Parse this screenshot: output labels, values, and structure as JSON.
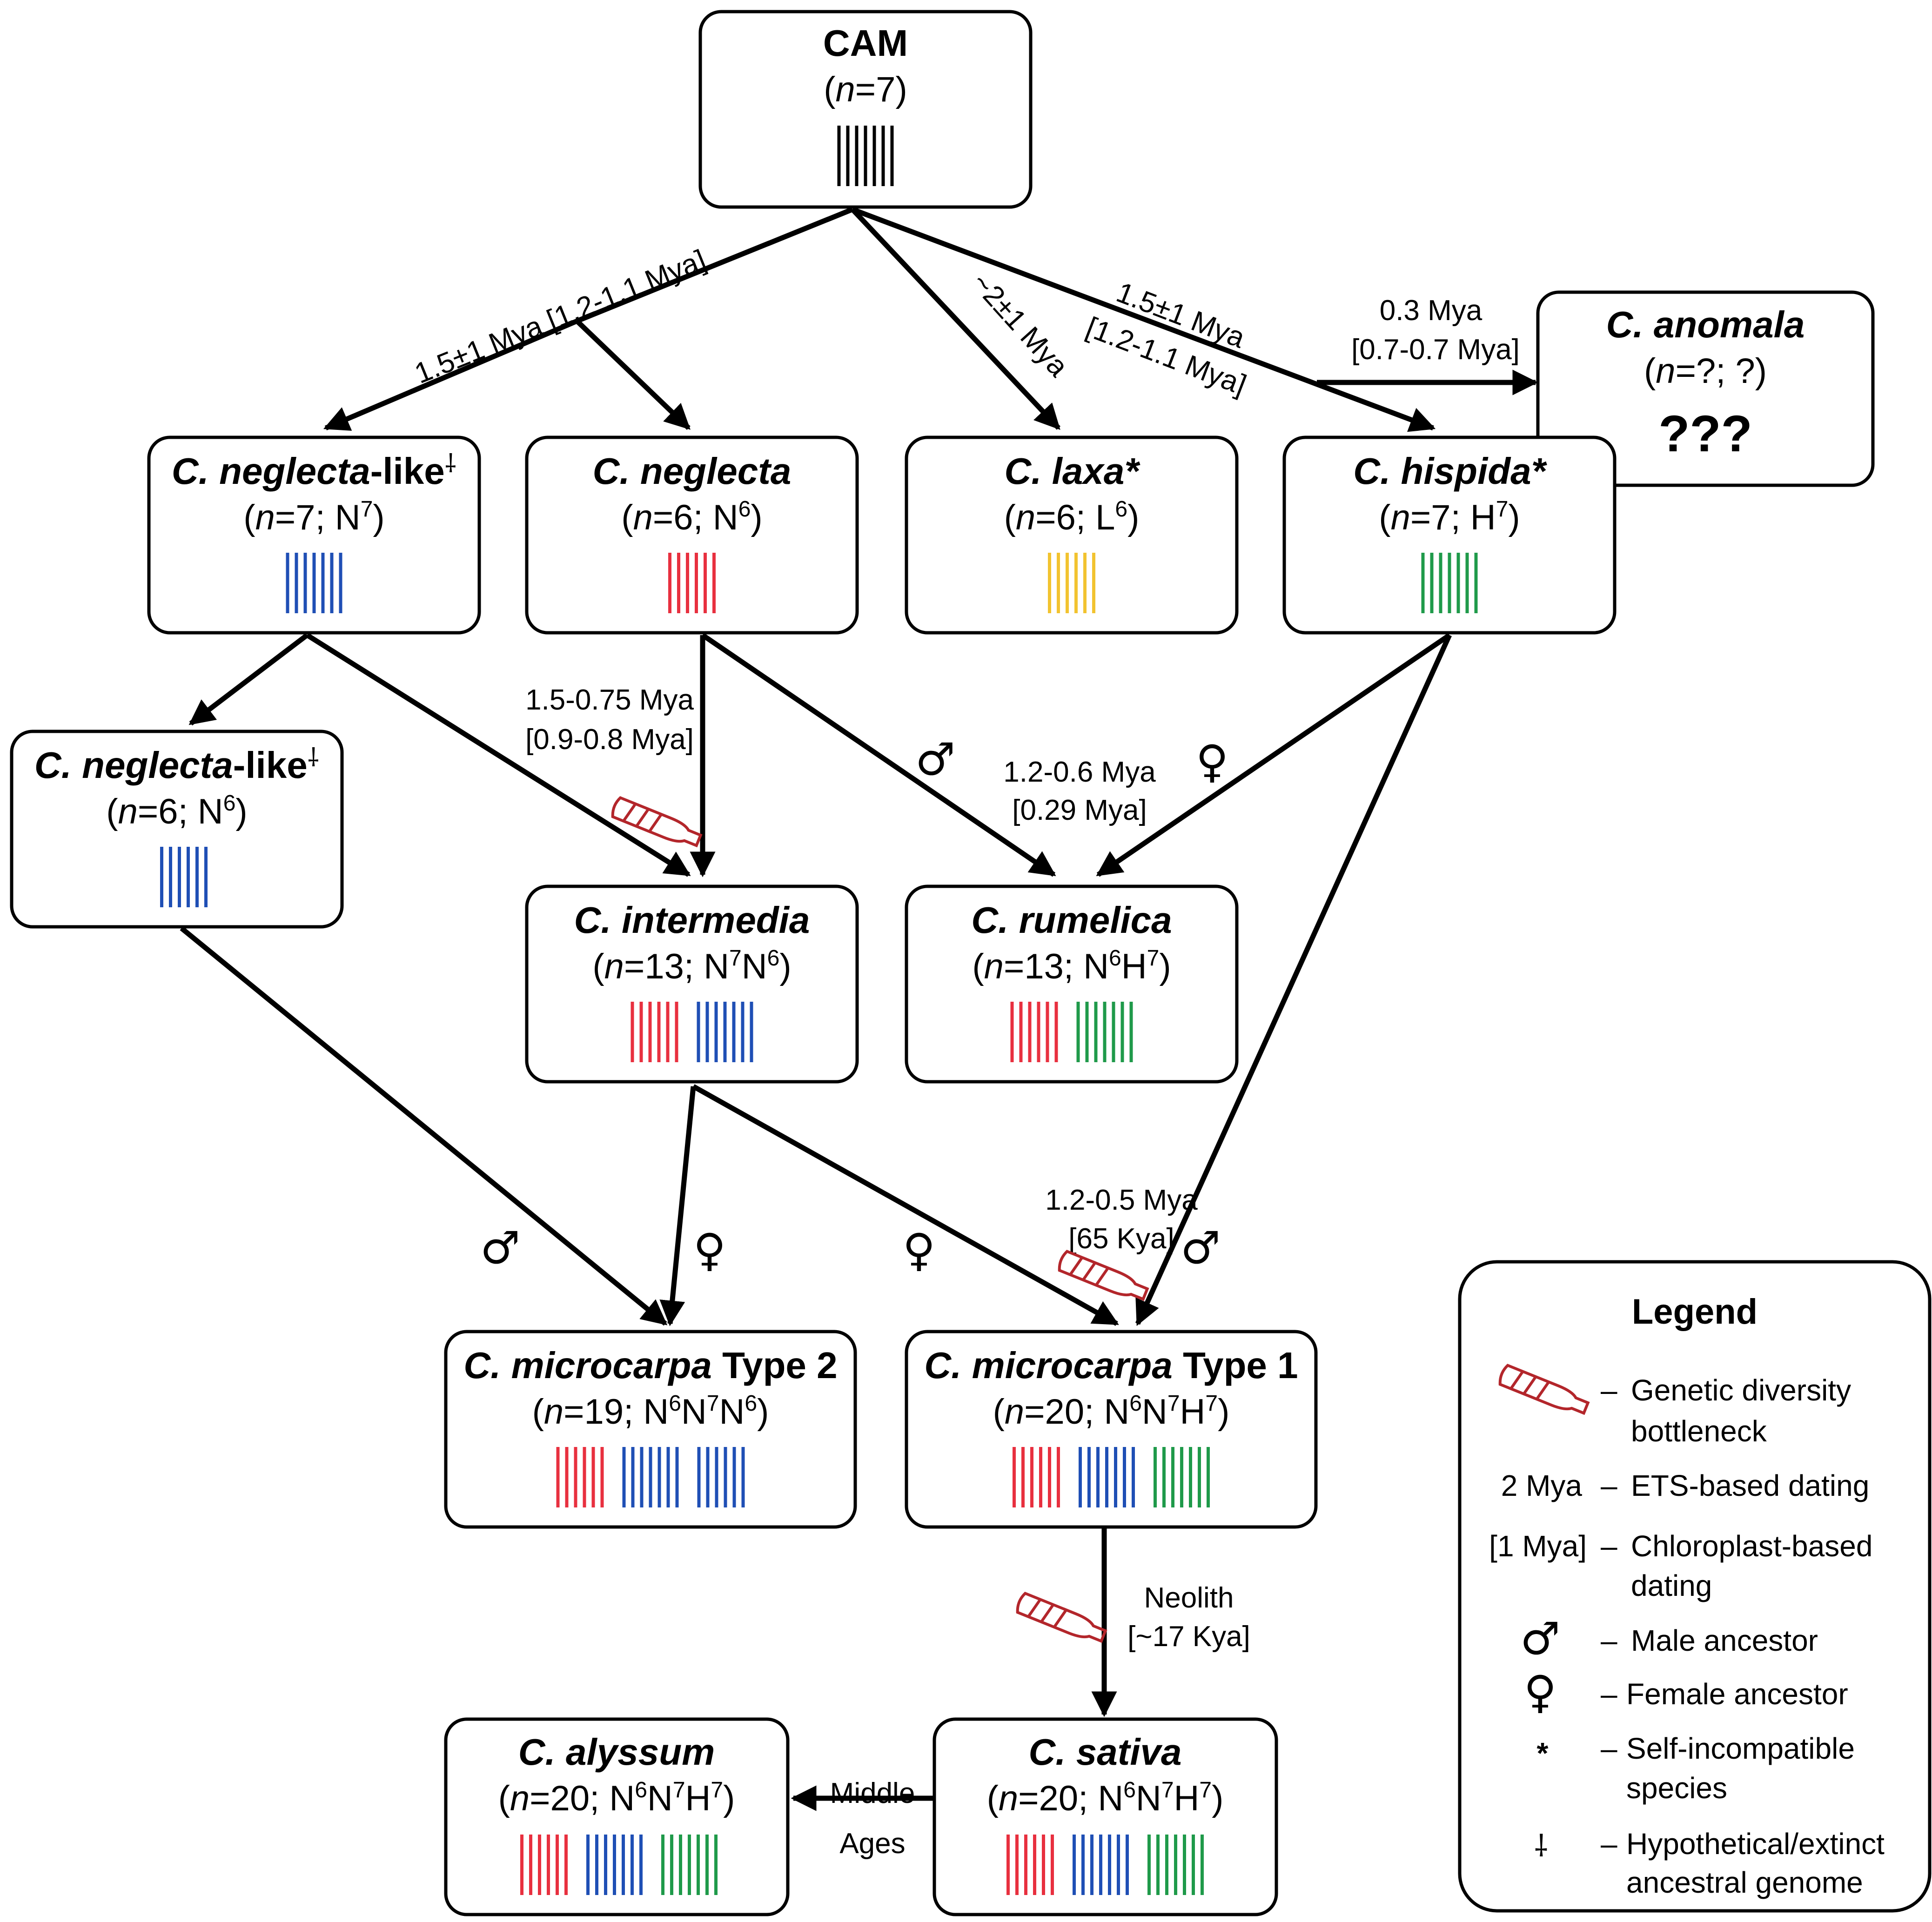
{
  "nodes": {
    "cam": {
      "name": "CAM",
      "n": "7"
    },
    "nl7": {
      "name": "C. neglecta",
      "suffix": "-like",
      "dagger": "⸸",
      "n": "7",
      "genome": "N",
      "sup": "7"
    },
    "neg": {
      "name": "C. neglecta",
      "n": "6",
      "genome": "N",
      "sup": "6"
    },
    "laxa": {
      "name": "C. laxa",
      "star": "*",
      "n": "6",
      "genome": "L",
      "sup": "6"
    },
    "hisp": {
      "name": "C. hispida",
      "star": "*",
      "n": "7",
      "genome": "H",
      "sup": "7"
    },
    "anom": {
      "name": "C. anomala",
      "n_text": "=?; ?)",
      "unknown": "???"
    },
    "nl6": {
      "name": "C. neglecta",
      "suffix": "-like",
      "dagger": "⸸",
      "n": "6",
      "genome": "N",
      "sup": "6"
    },
    "inter": {
      "name": "C. intermedia",
      "n": "13",
      "g1": "N",
      "s1": "7",
      "g2": "N",
      "s2": "6"
    },
    "rum": {
      "name": "C. rumelica",
      "n": "13",
      "g1": "N",
      "s1": "6",
      "g2": "H",
      "s2": "7"
    },
    "mc2": {
      "name": "C. microcarpa",
      "type": "Type 2",
      "n": "19",
      "g1": "N",
      "s1": "6",
      "g2": "N",
      "s2": "7",
      "g3": "N",
      "s3": "6"
    },
    "mc1": {
      "name": "C. microcarpa",
      "type": "Type 1",
      "n": "20",
      "g1": "N",
      "s1": "6",
      "g2": "N",
      "s2": "7",
      "g3": "H",
      "s3": "7"
    },
    "sat": {
      "name": "C. sativa",
      "n": "20",
      "g1": "N",
      "s1": "6",
      "g2": "N",
      "s2": "7",
      "g3": "H",
      "s3": "7"
    },
    "aly": {
      "name": "C. alyssum",
      "n": "20",
      "g1": "N",
      "s1": "6",
      "g2": "N",
      "s2": "7",
      "g3": "H",
      "s3": "7"
    }
  },
  "edge_labels": {
    "cam_neglecta": "1.5±1 Mya [1.2-1.1 Mya]",
    "cam_laxa": "~2±1 Mya",
    "cam_hispida_1": "1.5±1 Mya",
    "cam_hispida_2": "[1.2-1.1 Mya]",
    "anomala_1": "0.3 Mya",
    "anomala_2": "[0.7-0.7 Mya]",
    "intermedia_1": "1.5-0.75 Mya",
    "intermedia_2": "[0.9-0.8 Mya]",
    "rumelica_1": "1.2-0.6 Mya",
    "rumelica_2": "[0.29 Mya]",
    "mc1_1": "1.2-0.5 Mya",
    "mc1_2": "[65 Kya]",
    "sativa_1": "Neolith",
    "sativa_2": "[~17 Kya]",
    "alyssum_1": "Middle",
    "alyssum_2": "Ages"
  },
  "symbols": {
    "male": "♂",
    "female": "♀"
  },
  "legend": {
    "title": "Legend",
    "items": [
      {
        "key": "",
        "text1": "Genetic diversity",
        "text2": "bottleneck"
      },
      {
        "key": "2 Mya",
        "text1": "ETS-based dating",
        "text2": ""
      },
      {
        "key": "[1 Mya]",
        "text1": "Chloroplast-based",
        "text2": "dating"
      },
      {
        "key": "♂",
        "text1": "Male ancestor",
        "text2": ""
      },
      {
        "key": "♀",
        "text1": "Female ancestor",
        "text2": ""
      },
      {
        "key": "*",
        "text1": "Self-incompatible",
        "text2": "species"
      },
      {
        "key": "⸸",
        "text1": "Hypothetical/extinct",
        "text2": "ancestral genome"
      }
    ],
    "dash": "–"
  },
  "colors": {
    "black": "#000000",
    "red": "#e8303f",
    "blue": "#1f4fb5",
    "yellow": "#f2c330",
    "green": "#1f9a4a",
    "bottle": "#b3262b"
  }
}
